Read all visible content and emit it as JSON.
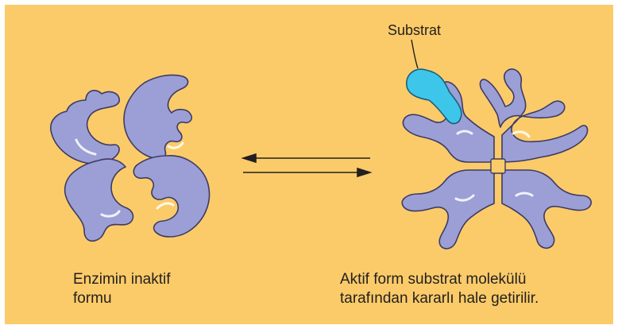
{
  "labels": {
    "substrate": "Substrat",
    "left_caption_line1": "Enzimin inaktif",
    "left_caption_line2": "formu",
    "right_caption_line1": "Aktif form substrat molekülü",
    "right_caption_line2": "tarafından  kararlı hale getirilir."
  },
  "colors": {
    "background": "#fbcb69",
    "enzyme_fill": "#9c9fd5",
    "enzyme_stroke": "#3d3b63",
    "substrate_fill": "#3ec6ea",
    "text": "#231f20"
  },
  "icons": {
    "equilibrium": "equilibrium-arrows-icon"
  }
}
